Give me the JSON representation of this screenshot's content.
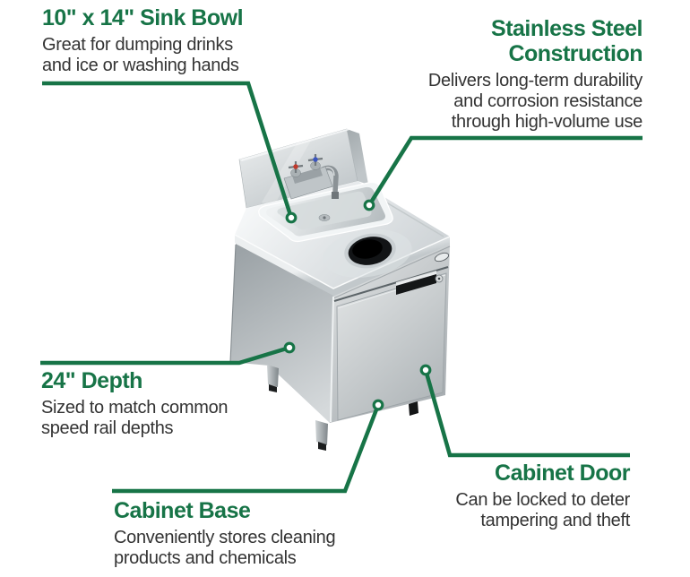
{
  "colors": {
    "accent_green": "#177447",
    "body_text": "#333333",
    "background": "#ffffff",
    "steel_light": "#f5f7f8",
    "steel_mid": "#c6ccce",
    "steel_dark": "#9aa1a5",
    "hole_black": "#121416",
    "handle_black": "#141617",
    "hot_indicator_red": "#c0392b",
    "cold_indicator_blue": "#3b55c0"
  },
  "illustration": {
    "subject": "stainless steel sink cabinet"
  },
  "callouts": {
    "sink_bowl": {
      "title_lines": [
        "10\" x 14\" Sink Bowl"
      ],
      "desc_lines": [
        "Great for dumping drinks",
        "and ice or washing hands"
      ]
    },
    "stainless_steel": {
      "title_lines": [
        "Stainless Steel",
        "Construction"
      ],
      "desc_lines": [
        "Delivers long-term durability",
        "and corrosion resistance",
        "through high-volume use"
      ]
    },
    "depth": {
      "title_lines": [
        "24\" Depth"
      ],
      "desc_lines": [
        "Sized to match common",
        "speed rail depths"
      ]
    },
    "cabinet_base": {
      "title_lines": [
        "Cabinet Base"
      ],
      "desc_lines": [
        "Conveniently stores cleaning",
        "products and chemicals"
      ]
    },
    "cabinet_door": {
      "title_lines": [
        "Cabinet Door"
      ],
      "desc_lines": [
        "Can be locked to deter",
        "tampering and theft"
      ]
    }
  }
}
